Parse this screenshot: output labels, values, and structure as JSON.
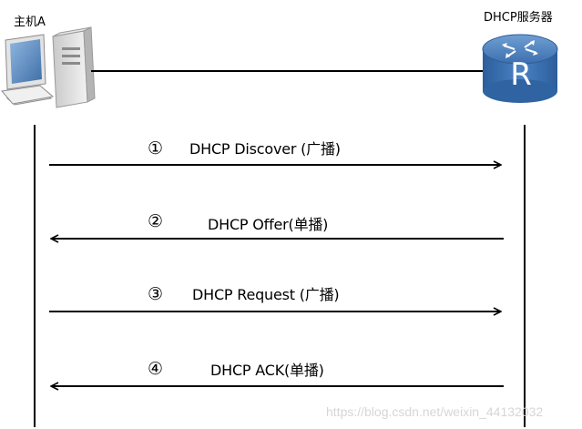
{
  "hosts": {
    "client_label": "主机A",
    "server_label": "DHCP服务器",
    "router_letter": "R"
  },
  "messages": [
    {
      "step": "①",
      "text": "DHCP Discover (广播)",
      "direction": "to-server"
    },
    {
      "step": "②",
      "text": "DHCP Offer(单播)",
      "direction": "to-client"
    },
    {
      "step": "③",
      "text": "DHCP Request (广播)",
      "direction": "to-server"
    },
    {
      "step": "④",
      "text": "DHCP ACK(单播)",
      "direction": "to-client"
    }
  ],
  "watermark": "https://blog.csdn.net/weixin_44132032",
  "colors": {
    "line": "#000000",
    "router_blue": "#3f78b5",
    "computer_blue": "#5b8fc7"
  }
}
